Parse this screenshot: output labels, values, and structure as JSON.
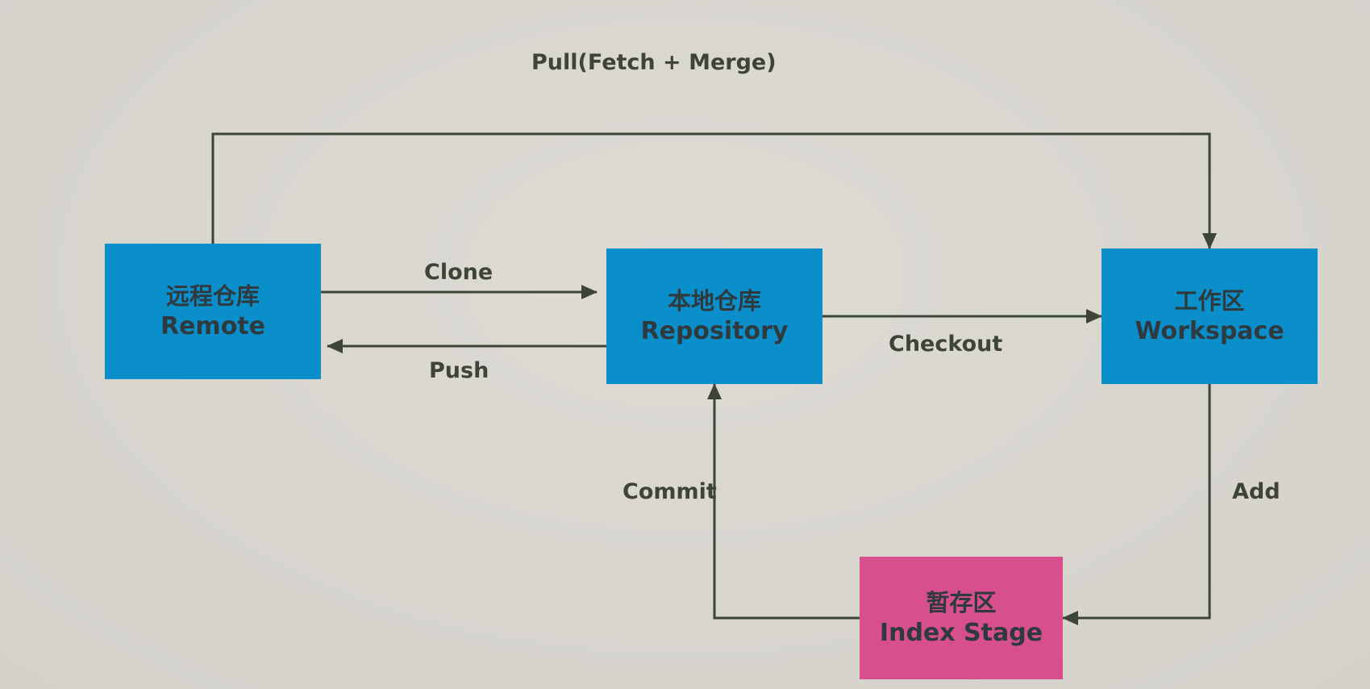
{
  "title": "Pull(Fetch + Merge)",
  "colors": {
    "background": "#d8d6cf",
    "node_blue": "#0b8fcb",
    "node_pink": "#d84f8d",
    "line": "#3d4538"
  },
  "nodes": {
    "remote": {
      "zh": "远程仓库",
      "en": "Remote"
    },
    "repository": {
      "zh": "本地仓库",
      "en": "Repository"
    },
    "workspace": {
      "zh": "工作区",
      "en": "Workspace"
    },
    "index": {
      "zh": "暂存区",
      "en": "Index Stage"
    }
  },
  "edges": {
    "clone": "Clone",
    "push": "Push",
    "checkout": "Checkout",
    "commit": "Commit",
    "add": "Add"
  }
}
